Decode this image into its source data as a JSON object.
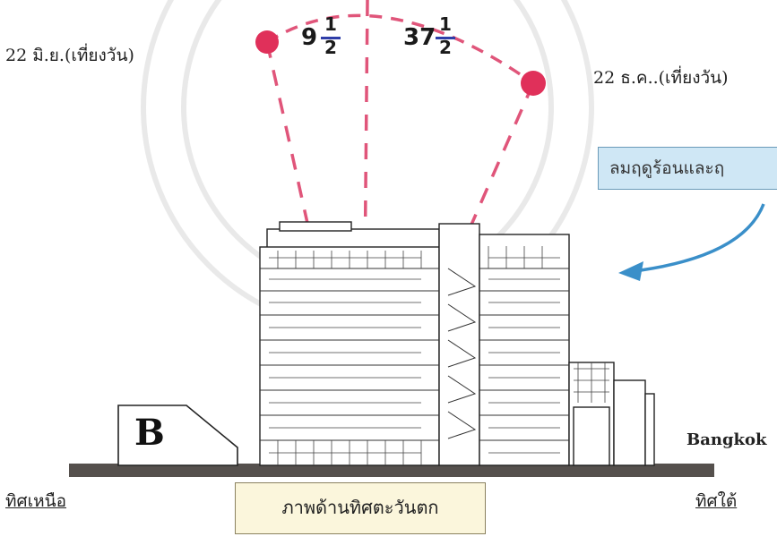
{
  "labels": {
    "summer_solstice": "22 มิ.ย.(เที่ยงวัน)",
    "winter_solstice": "22 ธ.ค..(เที่ยงวัน)",
    "callout": "ลมฤดูร้อนและฤ",
    "city": "Bangkok",
    "north": "ทิศเหนือ",
    "south": "ทิศใต้",
    "caption": "ภาพด้านทิศตะวันตก",
    "building_b": "B"
  },
  "angles": [
    {
      "whole": "9",
      "numerator": "1",
      "denominator": "2"
    },
    {
      "whole": "37",
      "numerator": "1",
      "denominator": "2"
    }
  ],
  "colors": {
    "sun": "#e0305a",
    "sun_rays": "#e0557a",
    "ground": "#55504d",
    "callout_fill": "#cfe7f5",
    "arrow": "#3a8fc9",
    "caption_fill": "#fbf6dc",
    "fraction_bar": "#2f3ea8"
  }
}
